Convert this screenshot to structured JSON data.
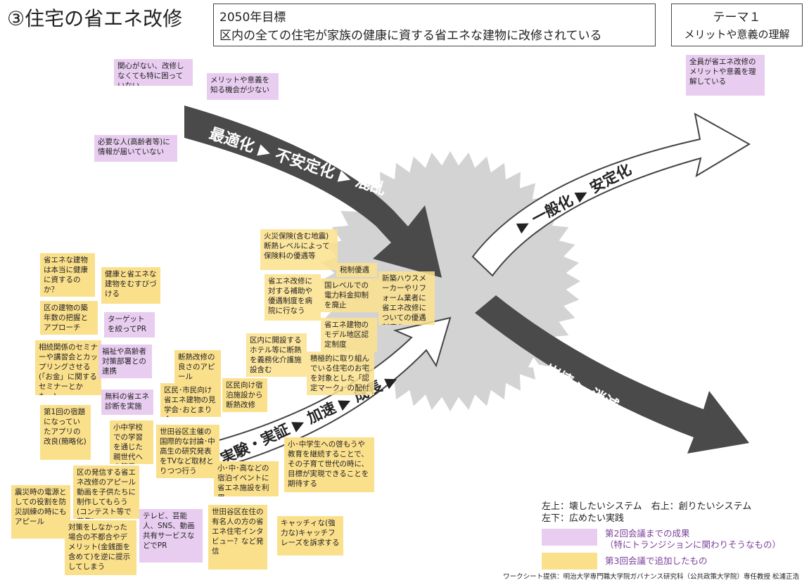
{
  "header": {
    "title": "③住宅の省エネ改修",
    "goal_year": "2050年目標",
    "goal_text": "区内の全ての住宅が家族の健康に資する省エネな建物に改修されている",
    "theme_title": "テーマ１",
    "theme_text": "メリットや意義の理解"
  },
  "arrows": {
    "top_left": "最適化 ▶ 不安定化 ▶ 混乱",
    "top_right": "▶ 一般化 ▶ 安定化",
    "bottom_left": "実験・実証 ▶ 加速 ▶ 成長 ▶",
    "bottom_right": "▶ 崩壊 ▶ 消滅"
  },
  "notes": {
    "n1": "関心がない、改修しなくても特に困っていない",
    "n2": "メリットや意義を知る機会が少ない",
    "n3": "必要な人(高齢者等)に情報が届いていない",
    "n4": "全員が省エネ改修のメリットや意義を理解している",
    "n5": "火災保険(含む地震)断熱レベルによって保険料の優遇等",
    "n6": "税制優遇",
    "n7": "省エネ改修に対する補助や優遇制度を病院に行なう",
    "n8": "国レベルでの電力料金抑制を廃止",
    "n9": "新築ハウスメーカーやリフォーム業者に省エネ改修についての優遇制度を",
    "n10": "省エネ建物のモデル地区認定制度",
    "n11": "区内に開設するホテル等に断熱を義務化介護施設含む",
    "n12": "積極的に取り組んでいる住宅のお宅を対象とした「認定マーク」の配付",
    "n13": "省エネな建物は本当に健康に資するのか？",
    "n14": "健康と省エネな建物をむすびづける",
    "n15": "区の建物の築年数の把握とアプローチ",
    "n16": "ターゲットを絞ってPR",
    "n17": "相続関係のセミナーや講習会とカップリングさせる(「お金」に関するセミナーとかも…)",
    "n18": "福祉や高齢者対策部署との連携",
    "n19": "断熱改修の良さのアピール",
    "n20": "区民･市民向け省エネ建物の見学会･おとまり会",
    "n21": "区民向け宿泊施設から断熱改修",
    "n22": "無料の省エネ診断を実施",
    "n23": "第1回の宿題になっていたアプリの改良(簡略化)",
    "n24": "小中学校での学習を通じた親世代への啓発",
    "n25": "世田谷区主催の国際的な討論･中高生の研究発表をTVなど取材とりつつ行う",
    "n26": "小･中学生への啓もうや教育を継続することで、その子育て世代の時に、目標が実現できることを期待する",
    "n27": "小･中･高などの宿泊イベントに省エネ施設を利用",
    "n28": "区の発信する省エネ改修のアピール動画を子供たちに制作してもらう(コンテスト等で募集)",
    "n29": "震災時の電源としての役割を防災訓練の時にもアピール",
    "n30": "対策をしなかった場合の不都合やデメリット(金銭面を含めて)を逆に提示してしまう",
    "n31": "テレビ、芸能人、SNS、動画共有サービスなどでPR",
    "n32": "世田谷区在住の有名人の方の省エネ住宅インタビュー？など発信",
    "n33": "キャッチィな(強力な)キャッチフレーズを訴求する"
  },
  "legend": {
    "line1": "左上：壊したいシステム　右上：創りたいシステム",
    "line2": "左下：広めたい実践",
    "pink_label_1": "第2回会議までの成果",
    "pink_label_2": "（特にトランジションに関わりそうなもの）",
    "yellow_label": "第3回会議で追加したもの",
    "pink_color": "#e8cdf0",
    "yellow_color": "#fbe08c",
    "label_color": "#7a3f9a"
  },
  "credit": "ワークシート提供：明治大学専門職大学院ガバナンス研究科（公共政策大学院）専任教授 松浦正浩"
}
